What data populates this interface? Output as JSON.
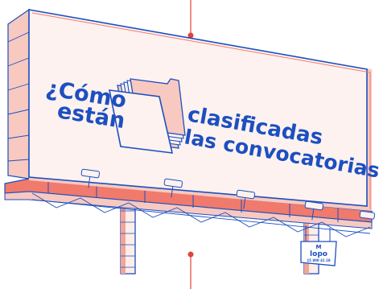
{
  "billboard": {
    "line_1": "¿Cómo",
    "line_2": "están",
    "line_3": "clasificadas",
    "line_4": "las convocatorias?"
  },
  "small_sign": {
    "top": "M",
    "middle": "lopo",
    "bottom": "15 800 41 28"
  },
  "colors": {
    "ink": "#1d4fc0",
    "accent": "#f07a6c",
    "shadow": "#f7c9c1",
    "panel": "#fdf2ef",
    "marker": "#e0443a"
  },
  "icons": {
    "centerpiece": "folder-icon",
    "markers": "red-dot-marker"
  }
}
